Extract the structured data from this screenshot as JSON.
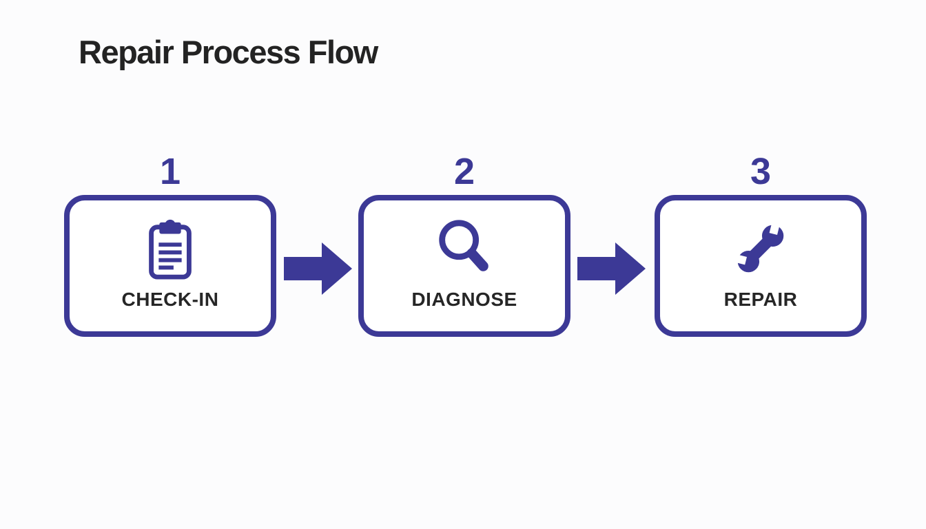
{
  "page": {
    "title": "Repair Process Flow"
  },
  "colors": {
    "accent": "#3c3996",
    "heading_text": "#232323",
    "label_text": "#262626",
    "background": "#fcfcfd"
  },
  "diagram": {
    "type": "process-flow",
    "connector_icon": "arrow-right-icon",
    "steps": [
      {
        "number": "1",
        "label": "CHECK-IN",
        "icon": "clipboard-icon"
      },
      {
        "number": "2",
        "label": "DIAGNOSE",
        "icon": "magnifier-icon"
      },
      {
        "number": "3",
        "label": "REPAIR",
        "icon": "wrench-icon"
      }
    ]
  }
}
